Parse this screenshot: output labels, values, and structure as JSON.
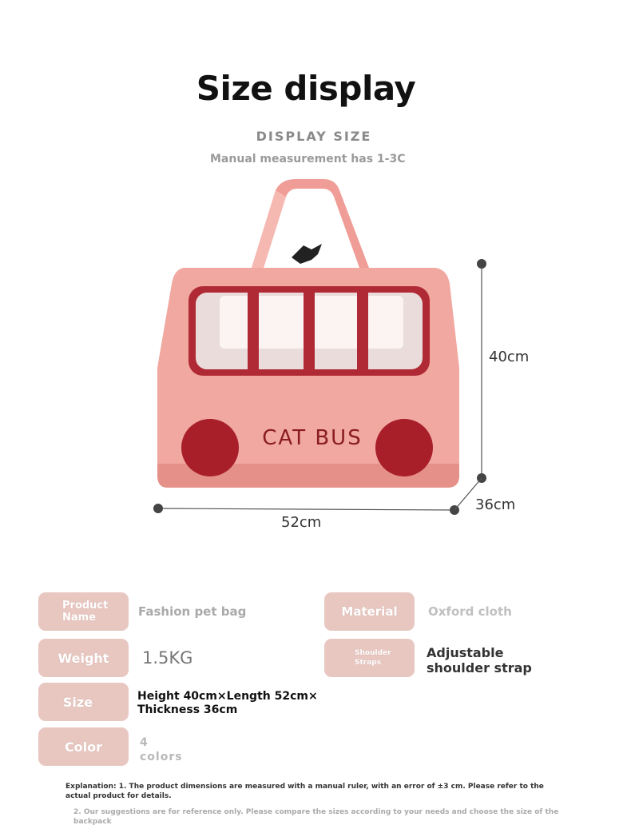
{
  "header": {
    "title": "Size display",
    "subtitle": "DISPLAY SIZE",
    "note": "Manual measurement has 1-3C"
  },
  "product_image": {
    "brand_text": "CAT BUS",
    "colors": {
      "body": "#f0a8a0",
      "body_shade": "#e89890",
      "trim": "#b02a35",
      "wheel": "#a81f2a",
      "mesh": "#f4e8e6",
      "strap": "#ef9d96"
    }
  },
  "dimensions": {
    "height": "40cm",
    "length": "52cm",
    "thickness": "36cm"
  },
  "specs": {
    "product_name_label": "Product Name",
    "product_name_value": "Fashion pet bag",
    "material_label": "Material",
    "material_value": "Oxford cloth",
    "weight_label": "Weight",
    "weight_value": "1.5KG",
    "straps_label": "Shoulder Straps",
    "straps_value": "Adjustable shoulder strap",
    "size_label": "Size",
    "size_value": "Height 40cm×Length 52cm× Thickness 36cm",
    "color_label": "Color",
    "color_value": "4 colors"
  },
  "footnotes": {
    "line1": "Explanation: 1. The product dimensions are measured with a manual ruler, with an error of ±3 cm. Please refer to the actual product for details.",
    "line2": "2. Our suggestions are for reference only. Please compare the sizes according to your needs and choose the size of the backpack"
  },
  "accent_color": "#e8c7c1"
}
